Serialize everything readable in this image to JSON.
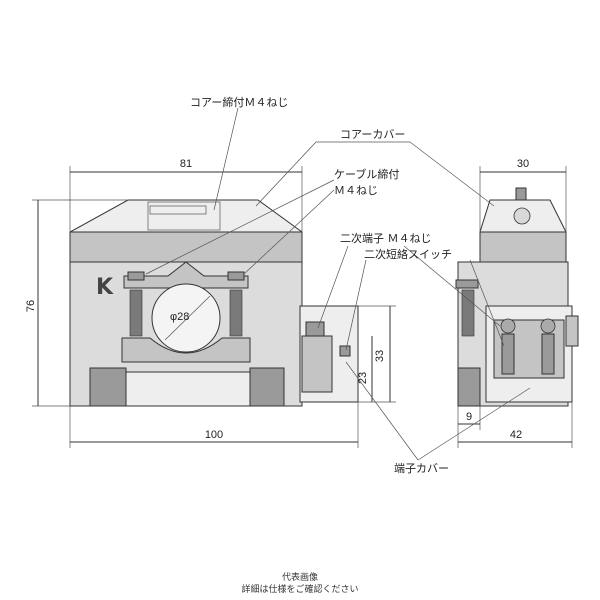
{
  "labels": {
    "core_screw": "コアー締付Ｍ４ねじ",
    "core_cover": "コアーカバー",
    "cable_screw_line1": "ケーブル締付",
    "cable_screw_line2": "Ｍ４ねじ",
    "secondary_terminal": "二次端子 Ｍ４ねじ",
    "short_switch": "二次短絡スイッチ",
    "terminal_cover": "端子カバー",
    "logo_letter": "K",
    "hole_dia": "φ28"
  },
  "dimensions": {
    "width_top": "81",
    "height_left": "76",
    "width_bottom": "100",
    "h33": "33",
    "h23": "23",
    "side_top": "30",
    "side_9": "9",
    "side_42": "42"
  },
  "caption": {
    "line1": "代表画像",
    "line2": "詳細は仕様をご確認ください"
  }
}
